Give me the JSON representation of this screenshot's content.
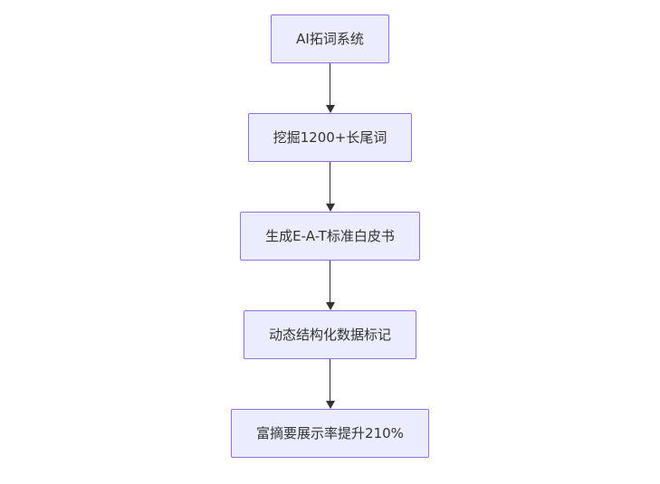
{
  "diagram": {
    "type": "flowchart",
    "direction": "top-down",
    "nodes": [
      {
        "id": "node-1",
        "label": "AI拓词系统"
      },
      {
        "id": "node-2",
        "label": "挖掘1200+长尾词"
      },
      {
        "id": "node-3",
        "label": "生成E-A-T标准白皮书"
      },
      {
        "id": "node-4",
        "label": "动态结构化数据标记"
      },
      {
        "id": "node-5",
        "label": "富摘要展示率提升210%"
      }
    ],
    "edges": [
      {
        "from": "node-1",
        "to": "node-2"
      },
      {
        "from": "node-2",
        "to": "node-3"
      },
      {
        "from": "node-3",
        "to": "node-4"
      },
      {
        "from": "node-4",
        "to": "node-5"
      }
    ],
    "colors": {
      "node_fill": "#ECECFF",
      "node_border": "#9370DB",
      "arrow": "#333333",
      "text": "#333333",
      "background": "#FFFFFF"
    }
  }
}
